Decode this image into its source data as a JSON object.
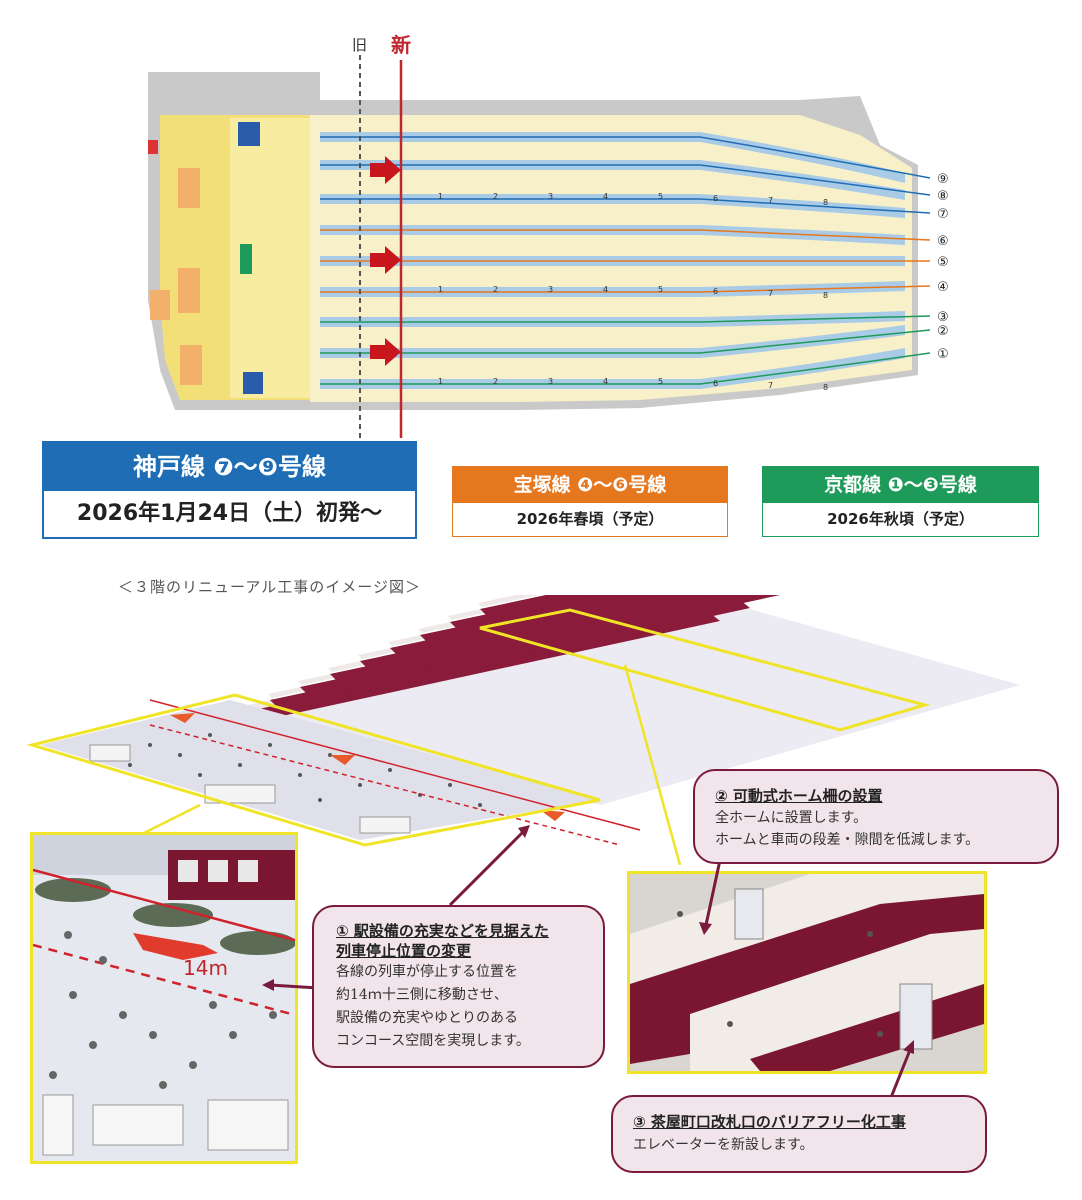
{
  "plan": {
    "old_label": "旧",
    "new_label": "新",
    "line_numbers": [
      "⑨",
      "⑧",
      "⑦",
      "⑥",
      "⑤",
      "④",
      "③",
      "②",
      "①"
    ],
    "car_numbers": [
      "1",
      "2",
      "3",
      "4",
      "5",
      "6",
      "7",
      "8"
    ],
    "colors": {
      "kobe": "#1f6db5",
      "takarazuka": "#e5771e",
      "kyoto": "#1e9a5a",
      "arrow": "#c8161d",
      "new_line": "#c0262d",
      "platform": "#f7f0c8",
      "track": "#a9cbe6"
    }
  },
  "legend": {
    "kobe": {
      "title": "神戸線 ❼～❾号線",
      "sub": "2026年1月24日（土）初発～",
      "color": "#1f6db5"
    },
    "takarazuka": {
      "title": "宝塚線 ❹～❻号線",
      "sub": "2026年春頃（予定）",
      "color": "#e5771e"
    },
    "kyoto": {
      "title": "京都線 ❶～❸号線",
      "sub": "2026年秋頃（予定）",
      "color": "#1e9a5a"
    }
  },
  "caption": "＜３階のリニューアル工事のイメージ図＞",
  "callouts": {
    "c1": {
      "title_a": "① 駅設備の充実などを見据えた",
      "title_b": "列車停止位置の変更",
      "lines": [
        "各線の列車が停止する位置を",
        "約14ｍ十三側に移動させ、",
        "駅設備の充実やゆとりのある",
        "コンコース空間を実現します。"
      ]
    },
    "c2": {
      "title": "② 可動式ホーム柵の設置",
      "lines": [
        "全ホームに設置します。",
        "ホームと車両の段差・隙間を低減します。"
      ]
    },
    "c3": {
      "title": "③ 茶屋町口改札口のバリアフリー化工事",
      "lines": [
        "エレベーターを新設します。"
      ]
    }
  },
  "zoom": {
    "distance_label": "14m"
  }
}
